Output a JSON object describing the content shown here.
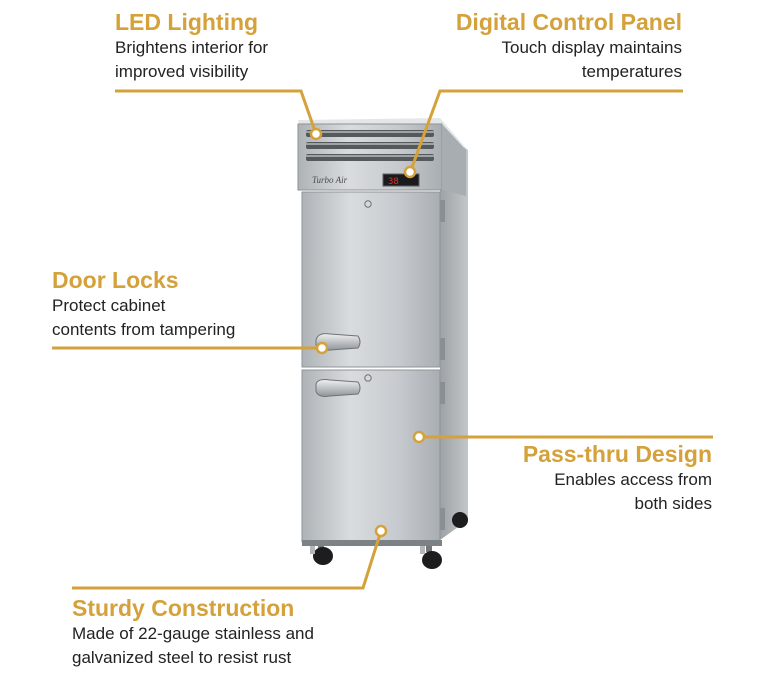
{
  "callouts": {
    "led": {
      "title": "LED Lighting",
      "desc_line1": "Brightens interior for",
      "desc_line2": "improved visibility"
    },
    "control": {
      "title": "Digital Control Panel",
      "desc_line1": "Touch display maintains",
      "desc_line2": "temperatures"
    },
    "locks": {
      "title": "Door Locks",
      "desc_line1": "Protect cabinet",
      "desc_line2": "contents from tampering"
    },
    "passthru": {
      "title": "Pass-thru Design",
      "desc_line1": "Enables access from",
      "desc_line2": "both sides"
    },
    "construction": {
      "title": "Sturdy Construction",
      "desc_line1": "Made of 22-gauge stainless and",
      "desc_line2": "galvanized steel to resist rust"
    }
  },
  "colors": {
    "accent": "#d4a13a",
    "text": "#222222",
    "steel": "#c9cdd0"
  },
  "product": {
    "brand_badge": "Turbo Air",
    "display_readout": "38"
  }
}
